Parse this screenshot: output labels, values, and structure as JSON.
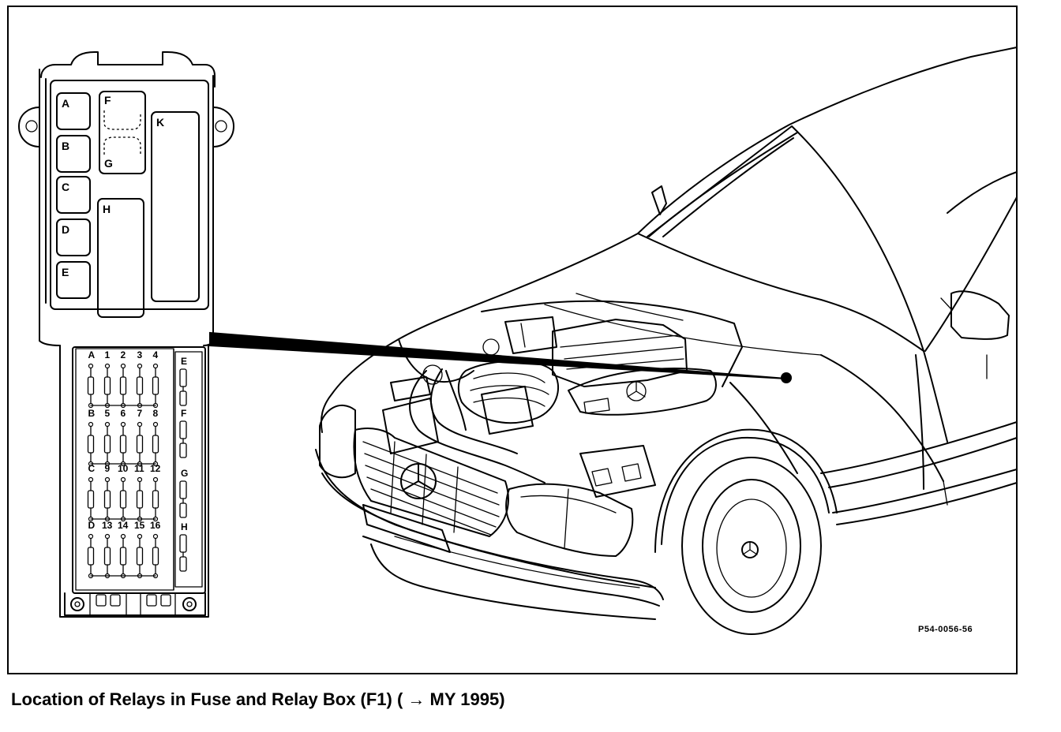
{
  "caption": "Location of Relays in Fuse and Relay Box (F1) ( → MY 1995)",
  "drawing_code": "P54-0056-56",
  "relay_positions": [
    "A",
    "B",
    "C",
    "D",
    "E",
    "F",
    "G",
    "H",
    "K"
  ],
  "fuse_rows": [
    {
      "label": "A",
      "fuses": [
        "1",
        "2",
        "3",
        "4"
      ]
    },
    {
      "label": "B",
      "fuses": [
        "5",
        "6",
        "7",
        "8"
      ]
    },
    {
      "label": "C",
      "fuses": [
        "9",
        "10",
        "11",
        "12"
      ]
    },
    {
      "label": "D",
      "fuses": [
        "13",
        "14",
        "15",
        "16"
      ]
    }
  ],
  "side_fuse_labels": [
    "E",
    "F",
    "G",
    "H"
  ]
}
